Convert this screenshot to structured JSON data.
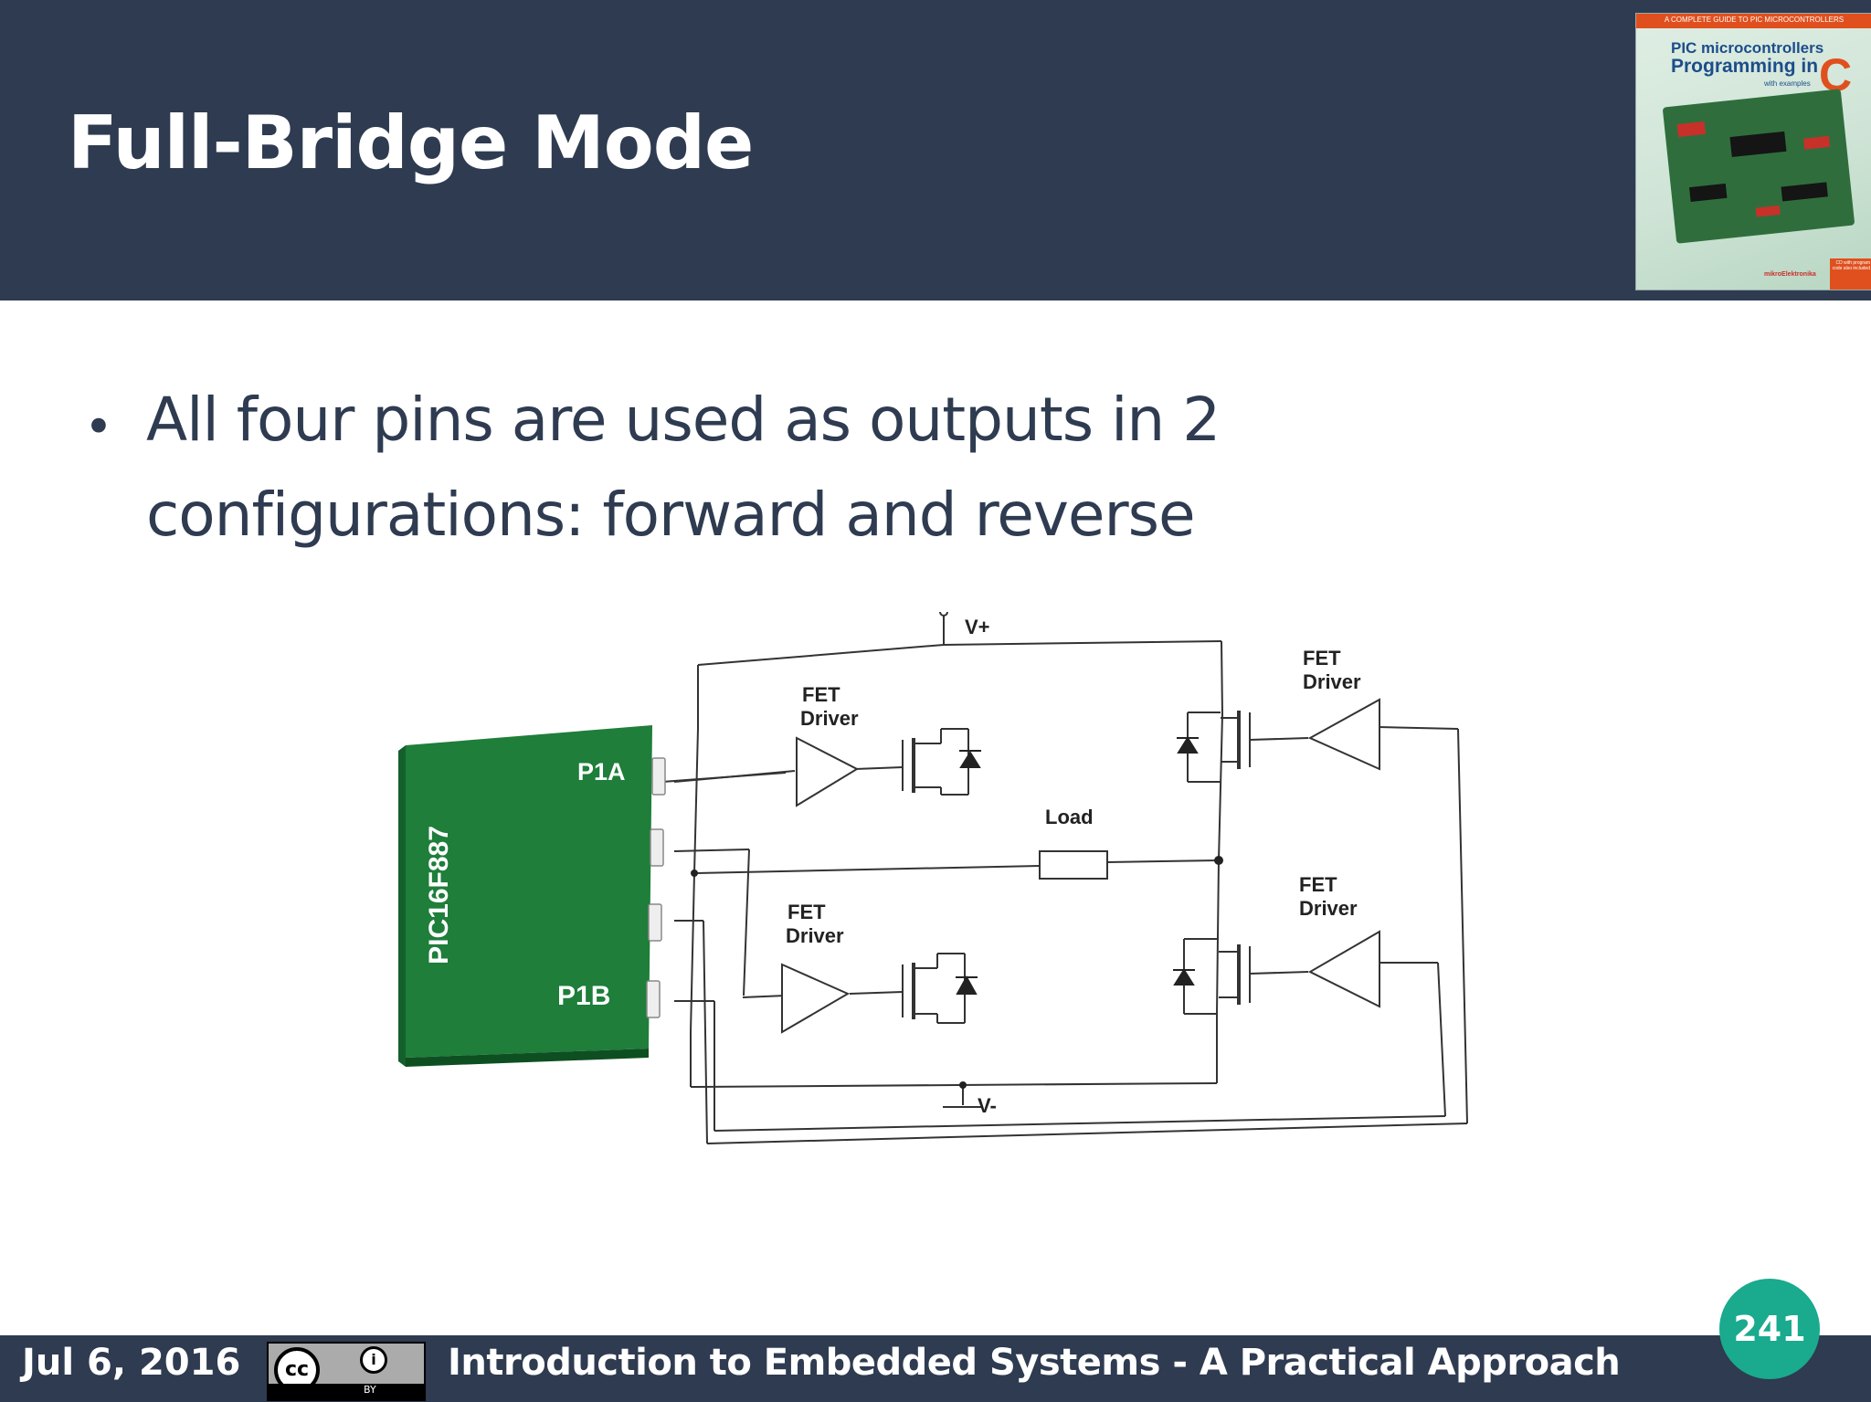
{
  "header": {
    "title": "Full-Bridge Mode",
    "background": "#2e3b50"
  },
  "book_cover": {
    "tagline": "A COMPLETE GUIDE TO PIC MICROCONTROLLERS",
    "line1": "PIC microcontrollers",
    "line2": "Programming in",
    "line3": "with examples",
    "big_letter": "C",
    "publisher": "mikroElektronika",
    "note": "CD with program code also included"
  },
  "content": {
    "bullet": "All four pins are used as outputs in 2 configurations: forward and reverse"
  },
  "diagram": {
    "chip_label": "PIC16F887",
    "pin_p1a": "P1A",
    "pin_p1b": "P1B",
    "vplus": "V+",
    "vminus": "V-",
    "load": "Load",
    "fet_driver_top_left": [
      "FET",
      "Driver"
    ],
    "fet_driver_top_right": [
      "FET",
      "Driver"
    ],
    "fet_driver_bottom_left": [
      "FET",
      "Driver"
    ],
    "fet_driver_bottom_right": [
      "FET",
      "Driver"
    ],
    "chip_color": "#1e7e3a"
  },
  "footer": {
    "date": "Jul 6, 2016",
    "license_logo": "cc",
    "license_by_icon": "i",
    "license_by": "BY",
    "course": "Introduction to Embedded Systems - A Practical Approach",
    "page_number": "241",
    "accent": "#1aaa8e"
  }
}
